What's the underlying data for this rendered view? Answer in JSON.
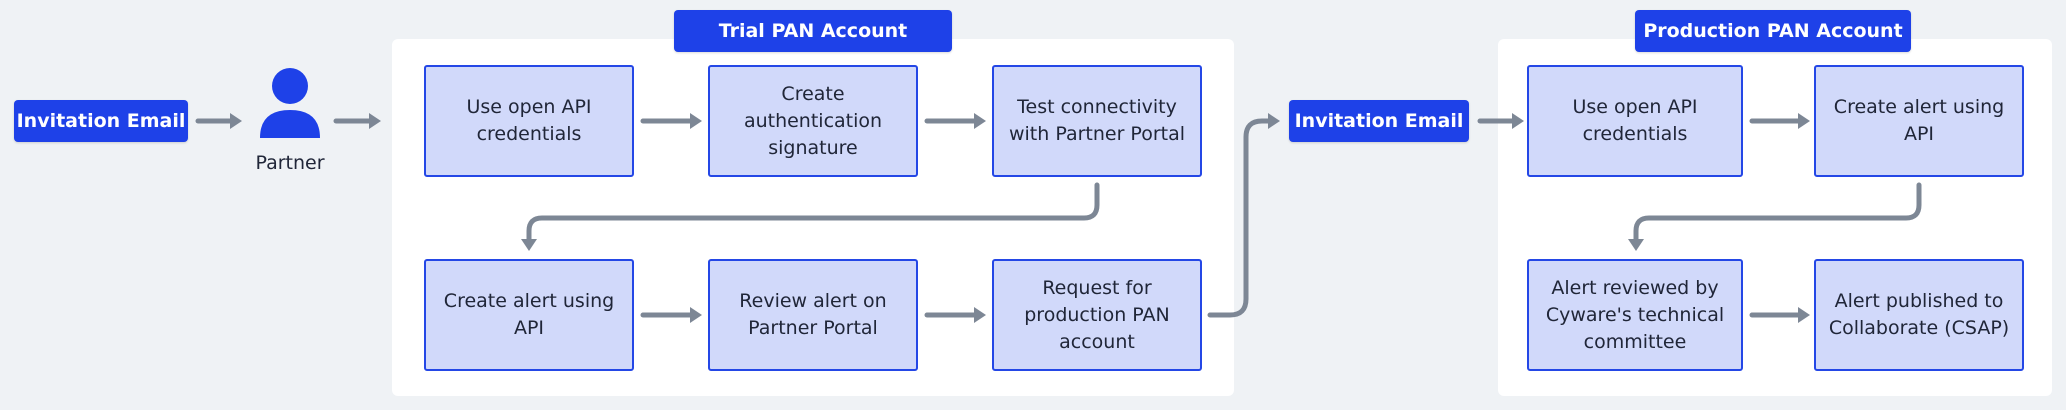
{
  "invitation_left": "Invitation Email",
  "partner_label": "Partner",
  "trial": {
    "title": "Trial PAN Account",
    "steps": [
      "Use open API\ncredentials",
      "Create\nauthentication\nsignature",
      "Test connectivity\nwith Partner Portal",
      "Create alert using\nAPI",
      "Review alert on\nPartner Portal",
      "Request for\nproduction PAN\naccount"
    ]
  },
  "invitation_right": "Invitation Email",
  "production": {
    "title": "Production PAN Account",
    "steps": [
      "Use open API\ncredentials",
      "Create alert using\nAPI",
      "Alert reviewed by\nCyware's technical\ncommittee",
      "Alert published to\nCollaborate (CSAP)"
    ]
  },
  "colors": {
    "accent": "#1e41e8",
    "step_fill": "#d1d9fa",
    "arrow": "#7d8795",
    "background": "#eff2f5"
  },
  "icons": [
    "person-icon"
  ]
}
